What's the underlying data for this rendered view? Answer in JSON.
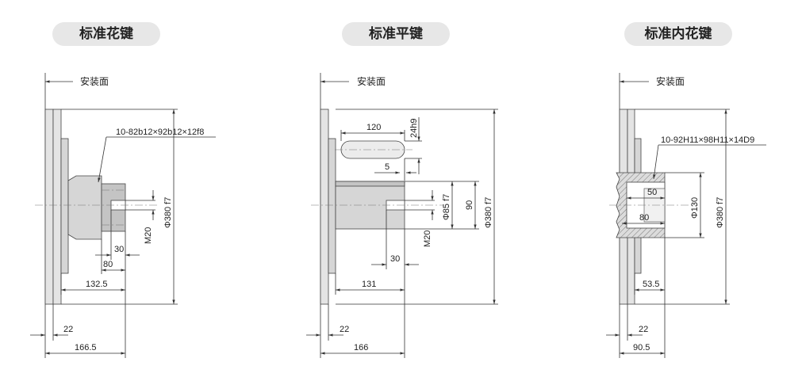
{
  "views": [
    {
      "title": "标准花键",
      "mount_label": "安装面",
      "spline_spec": "10-82b12×92b12×12f8",
      "dims": {
        "thread": "M20",
        "thread_depth": "30",
        "shaft_len": "80",
        "total_len": "132.5",
        "flange_dia": "Φ380 f7",
        "plate": "22",
        "overall": "166.5"
      }
    },
    {
      "title": "标准平键",
      "mount_label": "安装面",
      "dims": {
        "key_len": "120",
        "key_width": "24h9",
        "key_offset": "5",
        "shaft_dia": "Φ85 f7",
        "key_height": "90",
        "flange_dia": "Φ380 f7",
        "thread": "M20",
        "thread_depth": "30",
        "shaft_len": "131",
        "plate": "22",
        "overall": "166"
      }
    },
    {
      "title": "标准内花键",
      "mount_label": "安装面",
      "spline_spec": "10-92H11×98H11×14D9",
      "dims": {
        "inner_depth": "50",
        "bore_depth": "80",
        "bore_dia": "Φ130",
        "flange_dia": "Φ380 f7",
        "hub_len": "53.5",
        "plate": "22",
        "overall": "90.5"
      }
    }
  ]
}
